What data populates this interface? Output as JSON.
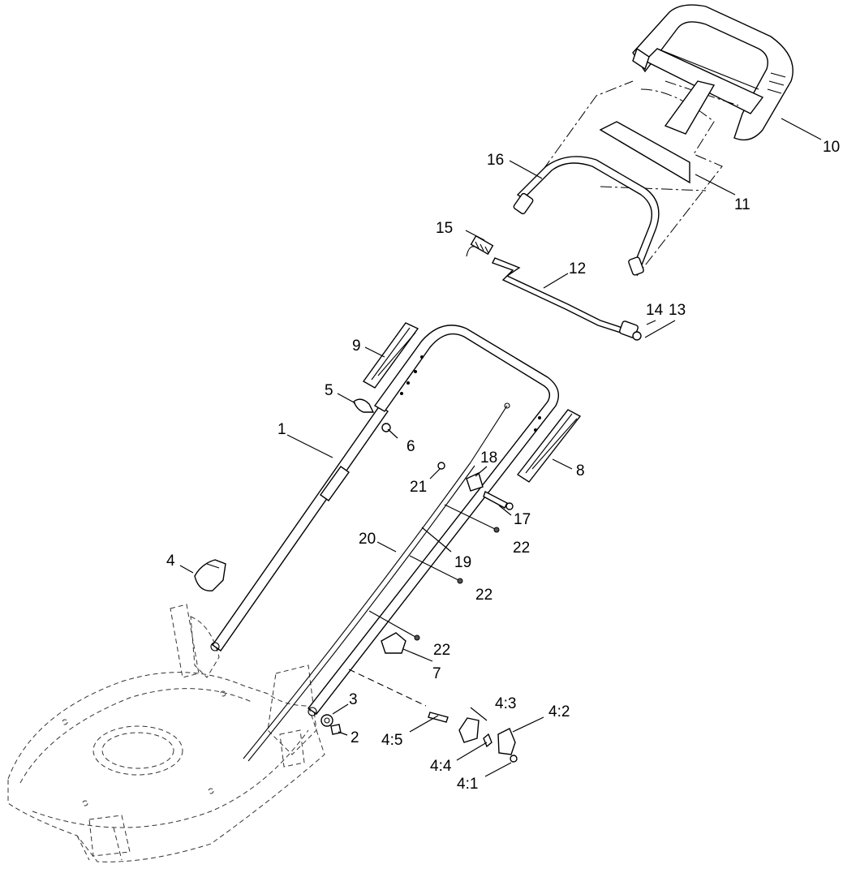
{
  "callouts": [
    {
      "id": "c1",
      "text": "1"
    },
    {
      "id": "c2",
      "text": "2"
    },
    {
      "id": "c3",
      "text": "3"
    },
    {
      "id": "c4",
      "text": "4"
    },
    {
      "id": "c4_1",
      "text": "4:1"
    },
    {
      "id": "c4_2",
      "text": "4:2"
    },
    {
      "id": "c4_3",
      "text": "4:3"
    },
    {
      "id": "c4_4",
      "text": "4:4"
    },
    {
      "id": "c4_5",
      "text": "4:5"
    },
    {
      "id": "c5",
      "text": "5"
    },
    {
      "id": "c6",
      "text": "6"
    },
    {
      "id": "c7",
      "text": "7"
    },
    {
      "id": "c8",
      "text": "8"
    },
    {
      "id": "c9",
      "text": "9"
    },
    {
      "id": "c10",
      "text": "10"
    },
    {
      "id": "c11",
      "text": "11"
    },
    {
      "id": "c12",
      "text": "12"
    },
    {
      "id": "c13",
      "text": "13"
    },
    {
      "id": "c14",
      "text": "14"
    },
    {
      "id": "c15",
      "text": "15"
    },
    {
      "id": "c16",
      "text": "16"
    },
    {
      "id": "c17",
      "text": "17"
    },
    {
      "id": "c18",
      "text": "18"
    },
    {
      "id": "c19",
      "text": "19"
    },
    {
      "id": "c20",
      "text": "20"
    },
    {
      "id": "c21",
      "text": "21"
    },
    {
      "id": "c22a",
      "text": "22"
    },
    {
      "id": "c22b",
      "text": "22"
    },
    {
      "id": "c22c",
      "text": "22"
    }
  ]
}
